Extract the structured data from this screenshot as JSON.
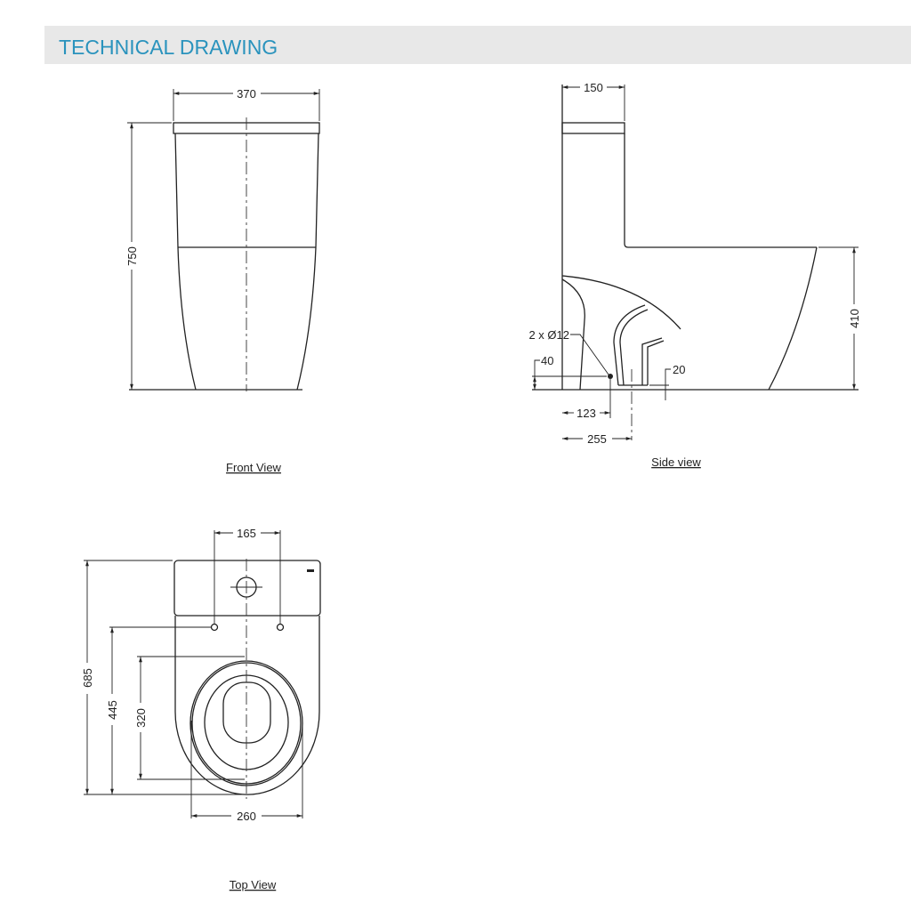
{
  "header": {
    "title": "TECHNICAL DRAWING",
    "accent": "#2a93bd",
    "band": "#e8e8e8"
  },
  "front_view": {
    "caption": "Front View",
    "width": "370",
    "height": "750"
  },
  "side_view": {
    "caption": "Side view",
    "depth_top": "150",
    "height": "410",
    "holes": "2 x Ø12",
    "hole_height": "40",
    "outlet_height": "20",
    "hole_offset": "123",
    "outlet_offset": "255"
  },
  "top_view": {
    "caption": "Top View",
    "hole_spacing": "165",
    "total_length": "685",
    "holes_to_front": "445",
    "bowl_length": "320",
    "bowl_width": "260"
  }
}
